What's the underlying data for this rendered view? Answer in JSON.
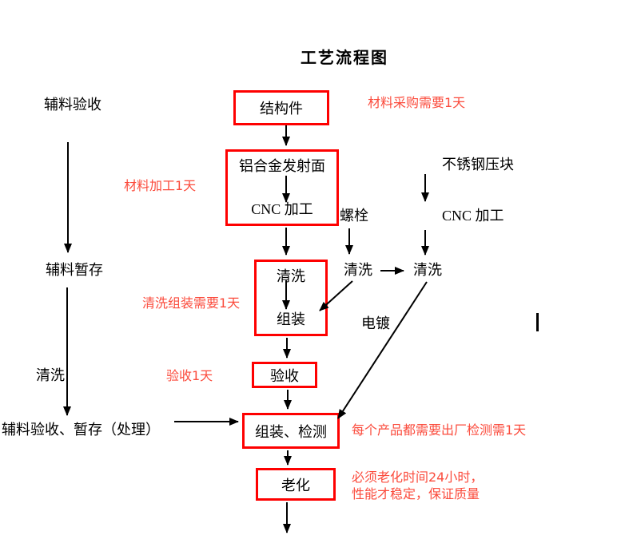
{
  "title": "工艺流程图",
  "colors": {
    "box_border": "#fe0000",
    "annotation": "#fb4b3c",
    "line": "#000000"
  },
  "nodes": {
    "jiegoujian": "结构件",
    "lvhejin": "铝合金发射面",
    "cnc_left": "CNC 加工",
    "luoshuan": "螺栓",
    "buxiugang": "不锈钢压块",
    "cnc_right": "CNC 加工",
    "qingxi_main": "清洗",
    "zuzhuang": "组装",
    "qingxi_2": "清洗",
    "qingxi_3": "清洗",
    "diandu": "电镀",
    "yanshou": "验收",
    "zuzhuang_jiance": "组装、检测",
    "laohua": "老化",
    "fuliao_yanshou": "辅料验收",
    "fuliao_zancun": "辅料暂存",
    "qingxi_left": "清洗",
    "fuliao_chuli": "辅料验收、暂存（处理）"
  },
  "annotations": {
    "caigou": "材料采购需要1天",
    "jiagong": "材料加工1天",
    "qingxi_zuzhuang": "清洗组装需要1天",
    "yanshou_1tian": "验收1天",
    "chuchang": "每个产品都需要出厂检测需1天",
    "laohua_line1": "必须老化时间24小时，",
    "laohua_line2": "性能才稳定，保证质量"
  }
}
